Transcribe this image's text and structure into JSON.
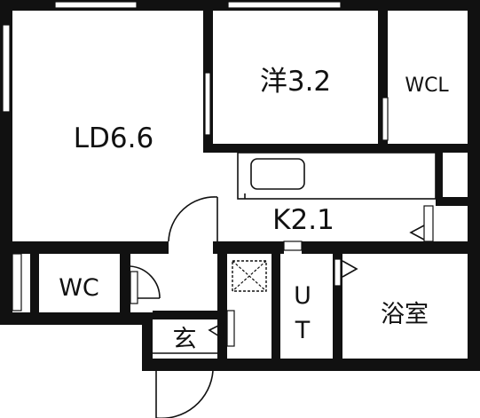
{
  "floorplan": {
    "rooms": {
      "living_dining": "LD6.6",
      "western_room": "洋3.2",
      "walk_in_closet": "WCL",
      "kitchen": "K2.1",
      "toilet": "WC",
      "entrance": "玄",
      "utility_u": "U",
      "utility_t": "T",
      "bathroom": "浴室"
    }
  }
}
